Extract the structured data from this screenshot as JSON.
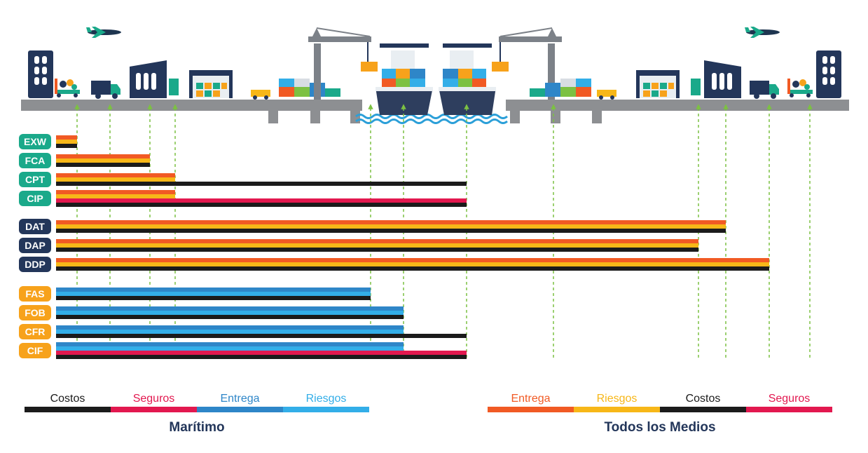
{
  "colors": {
    "entrega_all": "#f15a24",
    "riesgos_all": "#f7b718",
    "costos": "#1b1b1b",
    "seguros": "#e2184f",
    "entrega_mar": "#2e86c8",
    "riesgos_mar": "#33aee8",
    "green_badge": "#1aa98a",
    "navy_badge": "#23365a",
    "orange_badge": "#f7a21b",
    "dock": "#8d8f92",
    "arrow": "#7cc142",
    "water": "#2b9fd8"
  },
  "icons": [
    "airplane-icon",
    "building-icon",
    "forklift-icon",
    "truck-icon",
    "warehouse-icon",
    "container-stack-icon",
    "crane-icon",
    "cargo-ship-icon",
    "hanging-container-icon"
  ],
  "groups": [
    {
      "name": "group-todos-1",
      "terms": [
        {
          "code": "EXW",
          "badge": "green",
          "stripes": [
            "entrega_all",
            "riesgos_all",
            "costos"
          ],
          "ends": [
            1,
            1,
            1
          ]
        },
        {
          "code": "FCA",
          "badge": "green",
          "stripes": [
            "entrega_all",
            "riesgos_all",
            "costos"
          ],
          "ends": [
            3,
            3,
            3
          ]
        },
        {
          "code": "CPT",
          "badge": "green",
          "stripes": [
            "entrega_all",
            "riesgos_all",
            "costos"
          ],
          "ends": [
            4,
            4,
            7
          ]
        },
        {
          "code": "CIP",
          "badge": "green",
          "stripes": [
            "entrega_all",
            "riesgos_all",
            "seguros",
            "costos"
          ],
          "ends": [
            4,
            4,
            7,
            7
          ]
        }
      ]
    },
    {
      "name": "group-todos-2",
      "terms": [
        {
          "code": "DAT",
          "badge": "navy",
          "stripes": [
            "entrega_all",
            "riesgos_all",
            "costos"
          ],
          "ends": [
            10,
            10,
            10
          ]
        },
        {
          "code": "DAP",
          "badge": "navy",
          "stripes": [
            "entrega_all",
            "riesgos_all",
            "costos"
          ],
          "ends": [
            9,
            9,
            9
          ]
        },
        {
          "code": "DDP",
          "badge": "navy",
          "stripes": [
            "entrega_all",
            "riesgos_all",
            "costos"
          ],
          "ends": [
            11,
            11,
            11
          ]
        }
      ]
    },
    {
      "name": "group-maritimo",
      "terms": [
        {
          "code": "FAS",
          "badge": "orange",
          "stripes": [
            "entrega_mar",
            "riesgos_mar",
            "costos"
          ],
          "ends": [
            5,
            5,
            5
          ]
        },
        {
          "code": "FOB",
          "badge": "orange",
          "stripes": [
            "entrega_mar",
            "riesgos_mar",
            "costos"
          ],
          "ends": [
            6,
            6,
            6
          ]
        },
        {
          "code": "CFR",
          "badge": "orange",
          "stripes": [
            "entrega_mar",
            "riesgos_mar",
            "costos"
          ],
          "ends": [
            6,
            6,
            7
          ]
        },
        {
          "code": "CIF",
          "badge": "orange",
          "stripes": [
            "entrega_mar",
            "riesgos_mar",
            "seguros",
            "costos"
          ],
          "ends": [
            6,
            6,
            7,
            7
          ]
        }
      ]
    }
  ],
  "legend_maritimo": {
    "title": "Marítimo",
    "items": [
      {
        "label": "Costos",
        "color": "costos"
      },
      {
        "label": "Seguros",
        "color": "seguros"
      },
      {
        "label": "Entrega",
        "color": "entrega_mar"
      },
      {
        "label": "Riesgos",
        "color": "riesgos_mar"
      }
    ]
  },
  "legend_todos": {
    "title": "Todos los Medios",
    "items": [
      {
        "label": "Entrega",
        "color": "entrega_all"
      },
      {
        "label": "Riesgos",
        "color": "riesgos_all"
      },
      {
        "label": "Costos",
        "color": "costos"
      },
      {
        "label": "Seguros",
        "color": "seguros"
      }
    ]
  }
}
